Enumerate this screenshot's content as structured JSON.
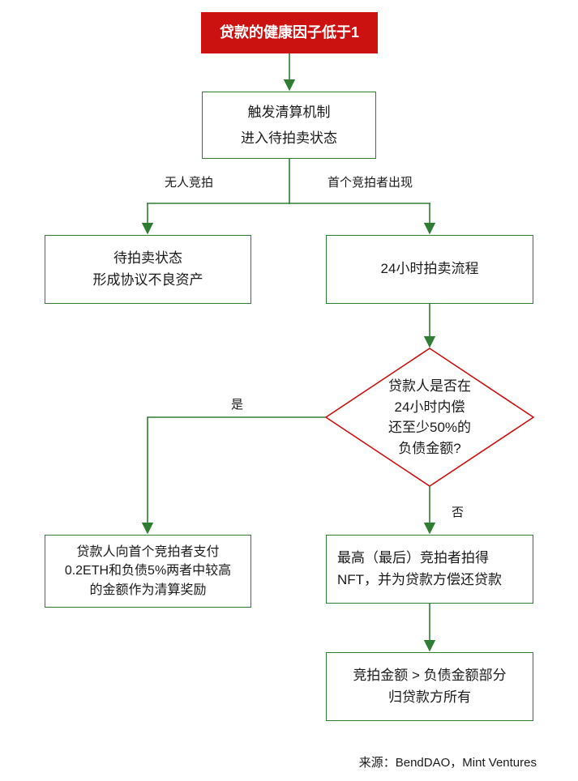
{
  "colors": {
    "red": "#cc1111",
    "green": "#2e7d32",
    "text": "#1a1a1a"
  },
  "nodes": {
    "health_factor": "贷款的健康因子低于1",
    "trigger_liquidation": "触发清算机制\n进入待拍卖状态",
    "pending_auction": "待拍卖状态\n形成协议不良资产",
    "auction_24h": "24小时拍卖流程",
    "decision": "贷款人是否在\n24小时内偿\n还至少50%的\n负债金额?",
    "pay_reward": "贷款人向首个竞拍者支付\n0.2ETH和负债5%两者中较高\n的金额作为清算奖励",
    "winner_nft": "最高（最后）竞拍者拍得\nNFT，并为贷款方偿还贷款",
    "surplus": "竞拍金额 > 负债金额部分\n归贷款方所有"
  },
  "edge_labels": {
    "no_bidder": "无人竞拍",
    "first_bidder": "首个竞拍者出现",
    "yes": "是",
    "no": "否"
  },
  "source": "来源：BendDAO，Mint Ventures"
}
